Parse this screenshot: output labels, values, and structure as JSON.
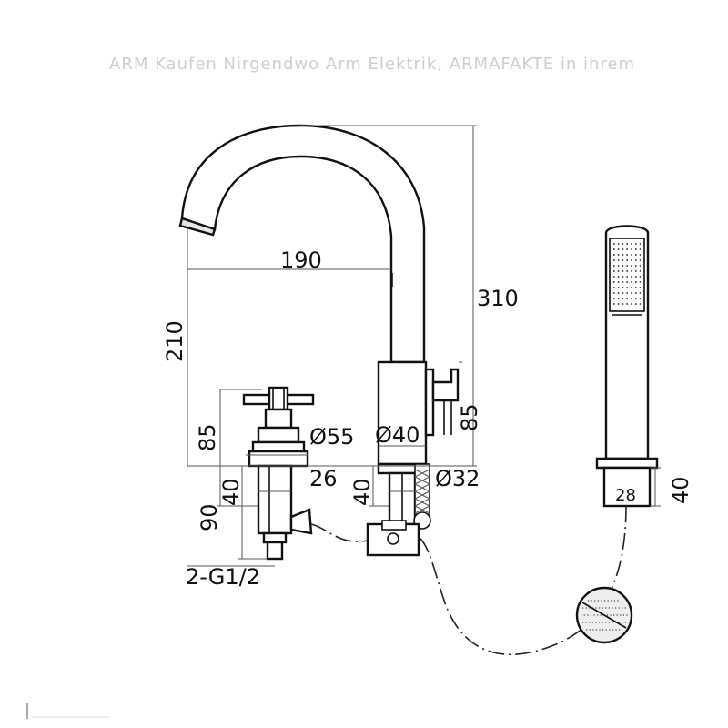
{
  "header_text": "ARM Kaufen Nirgendwo Arm Elektrik, ARMAFAKTE in ihrem",
  "dimensions": {
    "spout_reach": "190",
    "overall_height": "310",
    "spout_height": "210",
    "handle_height": "85",
    "body_height": "85",
    "handle_diameter": "Ø55",
    "body_diameter": "Ø40",
    "shank_length_left": "40",
    "shank_length_mid": "40",
    "shank_diameter_left": "26",
    "shank_diameter_mid": "Ø32",
    "valve_total": "90",
    "thread": "2-G1/2",
    "handshower_base_width": "28",
    "handshower_base_height": "40"
  },
  "colors": {
    "line": "#111111",
    "dim_line": "#555555",
    "background": "#ffffff"
  }
}
